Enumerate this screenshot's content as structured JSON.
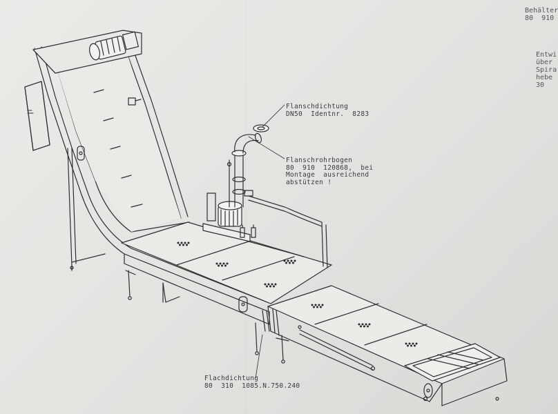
{
  "labels": {
    "flanschdichtung": [
      "Flanschdichtung",
      "DN50  Identnr.  8283"
    ],
    "flanschrohrbogen": [
      "Flanschrohrbogen",
      "80  910  120868,  bei",
      "Montage  ausreichend",
      "abstützen !"
    ],
    "flachdichtung": [
      "Flachdichtung",
      "80  310  1085.N.750.240"
    ]
  },
  "corner": {
    "top": [
      "Behälter",
      "80  910"
    ],
    "right": [
      "Entwi",
      "über",
      "Spira",
      "hebe",
      "30"
    ]
  },
  "colors": {
    "paper": "#e8e7e4",
    "ink": "#3a3a3a"
  }
}
